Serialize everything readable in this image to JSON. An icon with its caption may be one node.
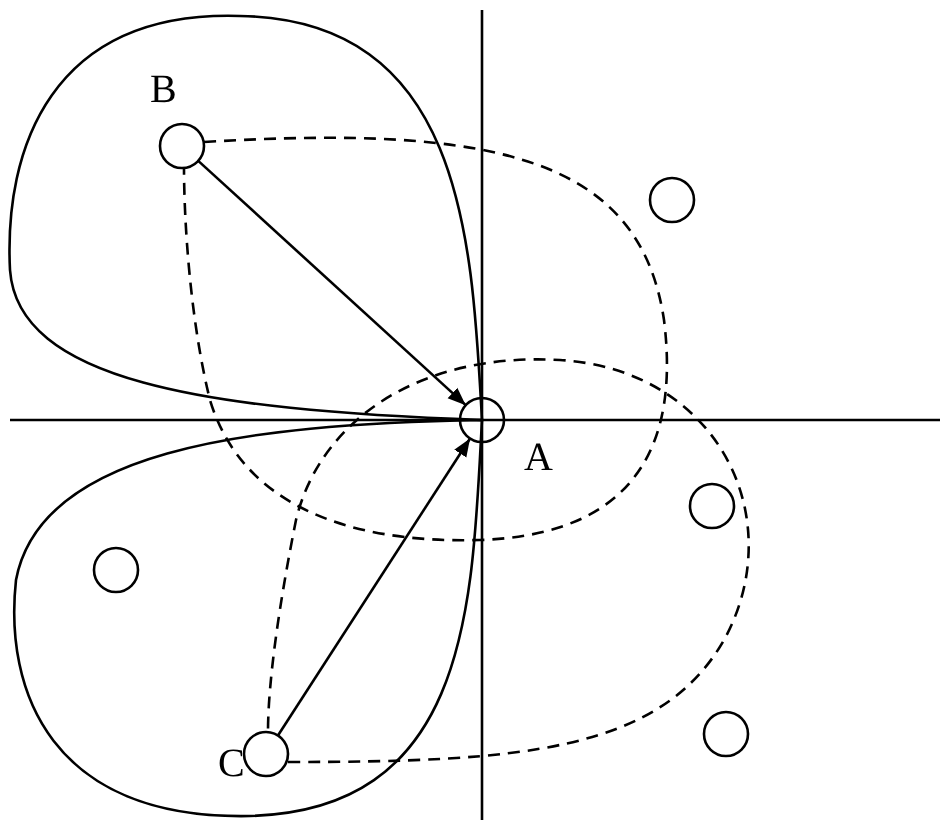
{
  "diagram": {
    "nodes": [
      {
        "text": [
          "B"
        ]
      },
      {
        "text": [],
        "shape": "circle"
      },
      {
        "text": [
          "A"
        ]
      },
      {
        "text": [],
        "shape": "circle"
      },
      {
        "text": [],
        "shape": "circle"
      },
      {
        "text": [],
        "shape": "circle"
      },
      {
        "text": [
          "C"
        ]
      }
    ],
    "edges": [
      {
        "from": 0,
        "to": 2,
        "arrow": "to"
      },
      {
        "from": 6,
        "to": 2,
        "arrow": "to"
      }
    ]
  }
}
